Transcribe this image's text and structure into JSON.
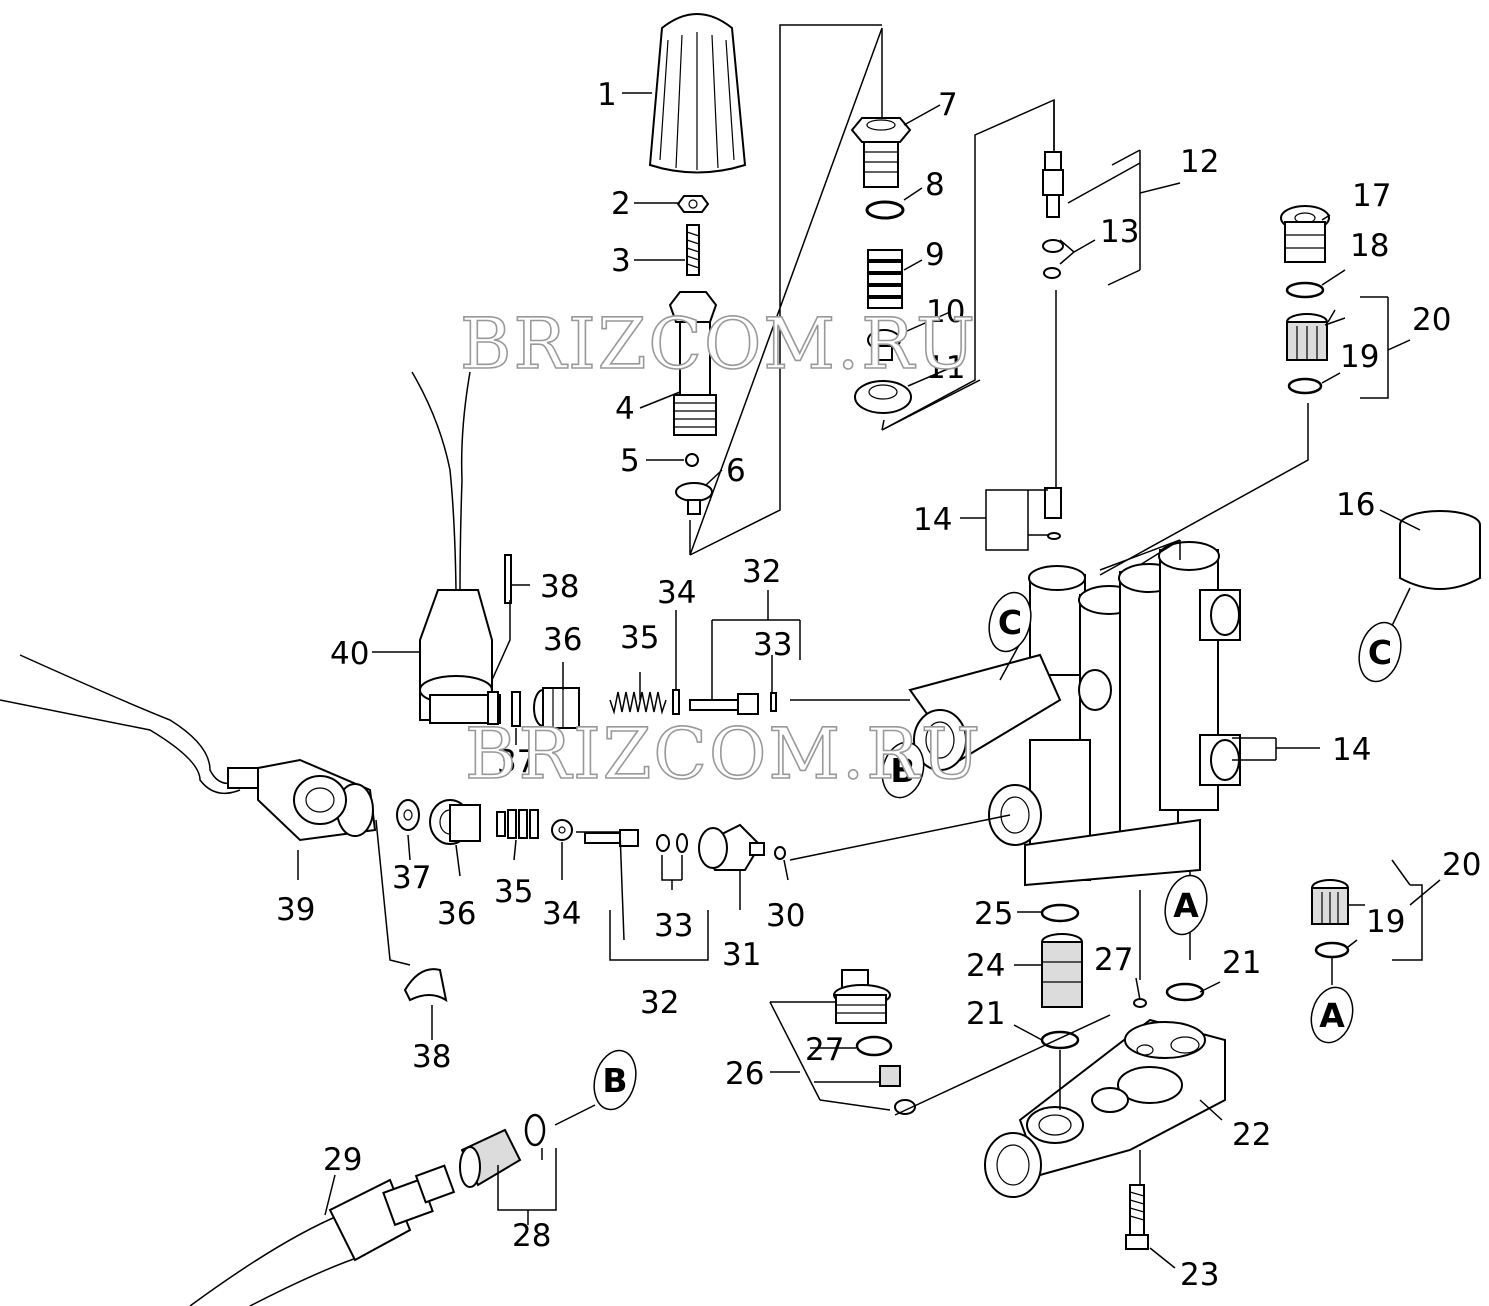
{
  "watermark": {
    "text": "BRIZCOM.RU"
  },
  "callouts": {
    "n1": "1",
    "n2": "2",
    "n3": "3",
    "n4": "4",
    "n5": "5",
    "n6": "6",
    "n7": "7",
    "n8": "8",
    "n9": "9",
    "n10": "10",
    "n11": "11",
    "n12": "12",
    "n13": "13",
    "n14a": "14",
    "n14b": "14",
    "n16": "16",
    "n17": "17",
    "n18": "18",
    "n19a": "19",
    "n19b": "19",
    "n20a": "20",
    "n20b": "20",
    "n21a": "21",
    "n21b": "21",
    "n22": "22",
    "n23": "23",
    "n24": "24",
    "n25": "25",
    "n26": "26",
    "n27a": "27",
    "n27b": "27",
    "n28": "28",
    "n29": "29",
    "n30": "30",
    "n31": "31",
    "n32a": "32",
    "n32b": "32",
    "n33a": "33",
    "n33b": "33",
    "n34a": "34",
    "n34b": "34",
    "n35a": "35",
    "n35b": "35",
    "n36a": "36",
    "n36b": "36",
    "n37a": "37",
    "n37b": "37",
    "n38a": "38",
    "n38b": "38",
    "n39": "39",
    "n40": "40"
  },
  "connection_markers": {
    "a1": "A",
    "a2": "A",
    "b1": "B",
    "b2": "B",
    "c1": "C",
    "c2": "C"
  }
}
